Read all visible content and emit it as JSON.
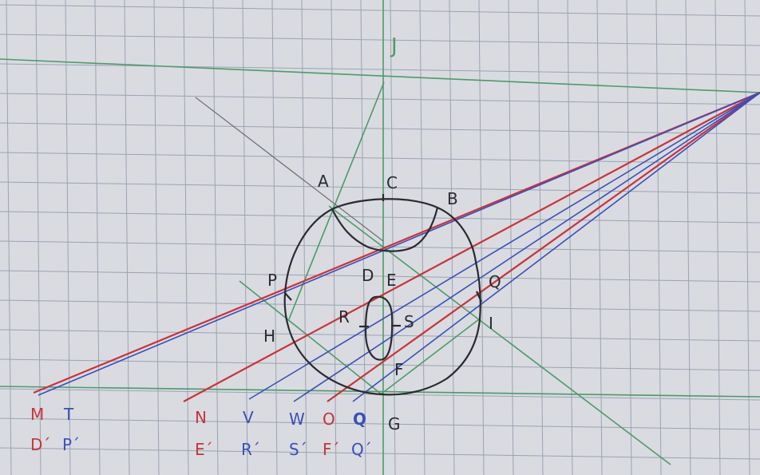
{
  "colors": {
    "paper": "#d9dbe0",
    "grid": "#9aa3b4",
    "ink": "#2a2a30",
    "green": "#4e9a6a",
    "red": "#c8333b",
    "blue": "#3a4fb8",
    "pencil": "#6e6e74"
  },
  "labels": {
    "J": "J",
    "A": "A",
    "B": "B",
    "C": "C",
    "D": "D",
    "E": "E",
    "F": "F",
    "G": "G",
    "H": "H",
    "I": "I",
    "P": "P",
    "Q": "Q",
    "R": "R",
    "S": "S",
    "M": "M",
    "T": "T",
    "N": "N",
    "V": "V",
    "W": "W",
    "O": "O",
    "Q2": "Q",
    "Dp": "D´",
    "Pp": "P´",
    "Ep": "E´",
    "Rp": "R´",
    "Sp": "S´",
    "Fp": "F´",
    "Qp": "Q´"
  }
}
